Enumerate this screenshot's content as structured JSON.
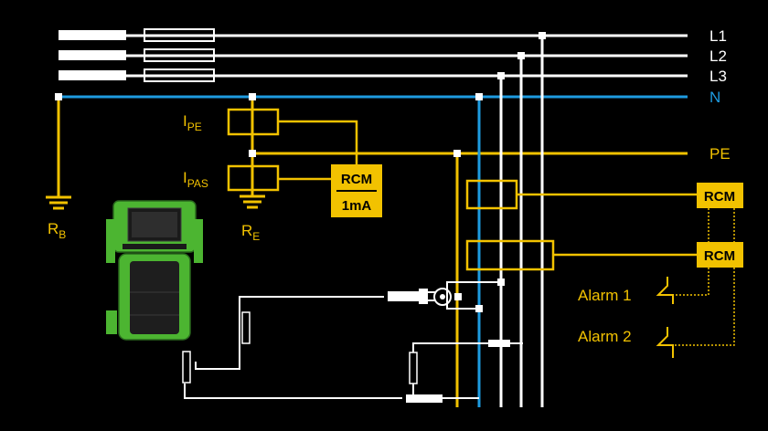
{
  "colors": {
    "background": "#000000",
    "phase": "#ffffff",
    "neutral": "#1e9be0",
    "earth": "#f2c200",
    "device_body": "#4cb531"
  },
  "lines": {
    "l1": "L1",
    "l2": "L2",
    "l3": "L3",
    "n": "N",
    "pe": "PE"
  },
  "labels": {
    "ipe_main": "I",
    "ipe_sub": "PE",
    "ipas_main": "I",
    "ipas_sub": "PAS",
    "rb_main": "R",
    "rb_sub": "B",
    "re_main": "R",
    "re_sub": "E",
    "alarm1": "Alarm 1",
    "alarm2": "Alarm 2"
  },
  "rcm_main": {
    "top": "RCM",
    "bottom": "1mA"
  },
  "rcm_boxes": [
    "RCM",
    "RCM"
  ]
}
